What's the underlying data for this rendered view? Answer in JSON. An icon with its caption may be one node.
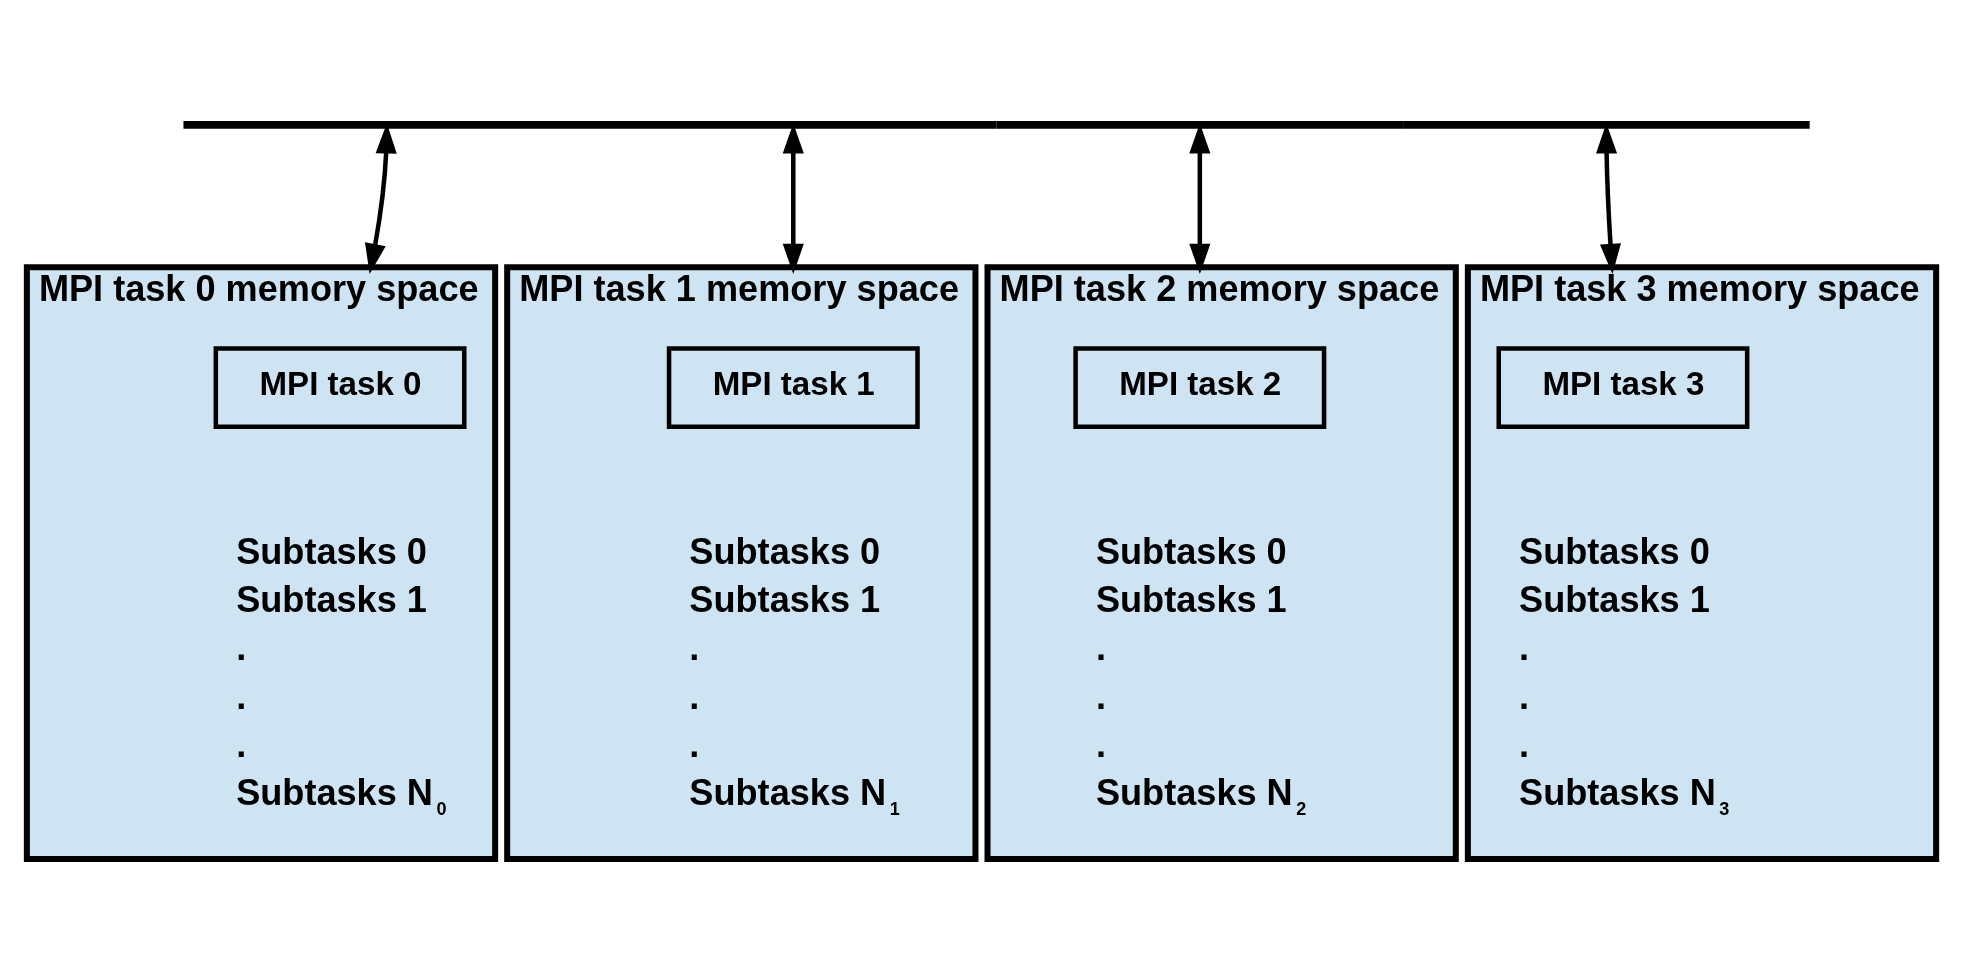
{
  "diagram": {
    "nodes": [
      {
        "text": [],
        "shape": "bar"
      },
      {
        "text": [
          "MPI task 0 memory space",
          "Subtasks 0",
          "Subtasks 1",
          ".",
          ".",
          ".",
          "Subtasks N$_{0}$"
        ]
      },
      {
        "text": [
          "MPI task 0"
        ],
        "in": 1
      },
      {
        "text": [
          "MPI task 1 memory space",
          "Subtasks 0",
          "Subtasks 1",
          ".",
          ".",
          ".",
          "Subtasks N$_{1}$"
        ]
      },
      {
        "text": [
          "MPI task 1"
        ],
        "in": 3
      },
      {
        "text": [
          "MPI task 2 memory space",
          "Subtasks 0",
          "Subtasks 1",
          ".",
          ".",
          ".",
          "Subtasks N$_{2}$"
        ]
      },
      {
        "text": [
          "MPI task 2"
        ],
        "in": 5
      },
      {
        "text": [
          "MPI task 3 memory space",
          "Subtasks 0",
          "Subtasks 1",
          ".",
          ".",
          ".",
          "Subtasks N$_{3}$"
        ]
      },
      {
        "text": [
          "MPI task 3"
        ],
        "in": 7
      }
    ],
    "edges": [
      {
        "from": 0,
        "to": 1,
        "arrow": "both"
      },
      {
        "from": 0,
        "to": 3,
        "arrow": "both"
      },
      {
        "from": 0,
        "to": 5,
        "arrow": "both"
      },
      {
        "from": 0,
        "to": 7,
        "arrow": "both"
      }
    ]
  }
}
